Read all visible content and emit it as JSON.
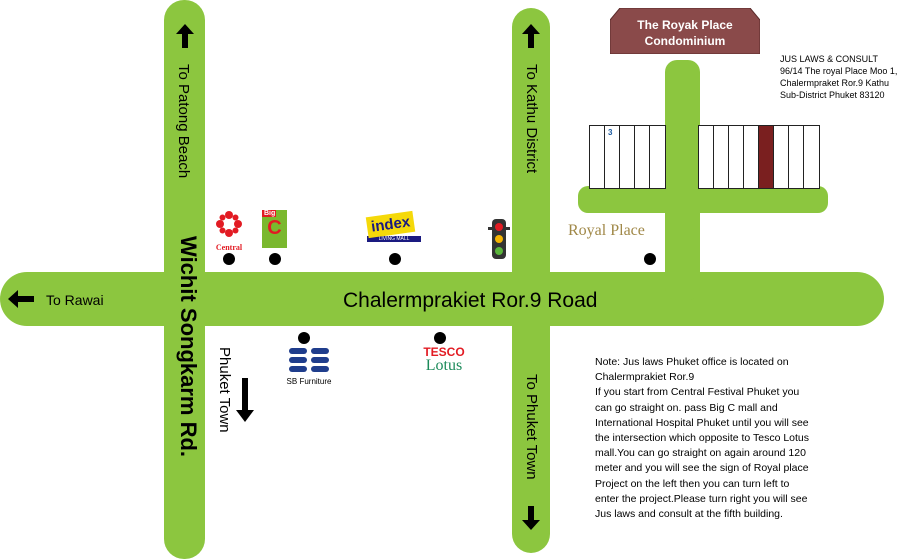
{
  "roads": {
    "main_road": "Chalermprakiet Ror.9 Road",
    "left_road": "Wichit Songkarm Rd."
  },
  "directions": {
    "to_patong": "To Patong Beach",
    "to_kathu": "To Kathu District",
    "to_rawai": "To Rawai",
    "phuket_town": "Phuket Town",
    "to_phuket_town": "To Phuket Town"
  },
  "condominium": {
    "line1": "The Royak Place",
    "line2": "Condominium"
  },
  "office_address": {
    "line1": "JUS LAWS & CONSULT",
    "line2": "96/14 The royal Place Moo 1,",
    "line3": "Chalermpraket Ror.9 Kathu",
    "line4": "Sub-District Phuket 83120"
  },
  "landmarks": {
    "central": "Central",
    "bigc_top": "Big",
    "bigc_letter": "C",
    "index_name": "index",
    "index_sub": "LIVING MALL",
    "royal_place": "Royal Place",
    "sb_furniture": "SB Furniture",
    "tesco": "TESCO",
    "lotus": "Lotus",
    "building_sign": "3"
  },
  "note": [
    "Note: Jus laws Phuket office is located on",
    "Chalermprakiet Ror.9",
    "If you start from Central Festival Phuket you",
    "can go straight on. pass Big C mall and",
    "International Hospital Phuket until you will see",
    "the intersection which opposite to Tesco Lotus",
    "mall.You can go straight on again around 120",
    "meter and you will see the sign of Royal place",
    "Project on the left then you can turn left to",
    "enter the project.Please turn right  you will see",
    "Jus laws and consult at the fifth building."
  ],
  "colors": {
    "road": "#8cc63f",
    "condo_sign": "#8a4a4a",
    "tesco_red": "#e21b23",
    "lotus_green": "#1c8a5a",
    "sb_blue": "#1f3d8c"
  }
}
